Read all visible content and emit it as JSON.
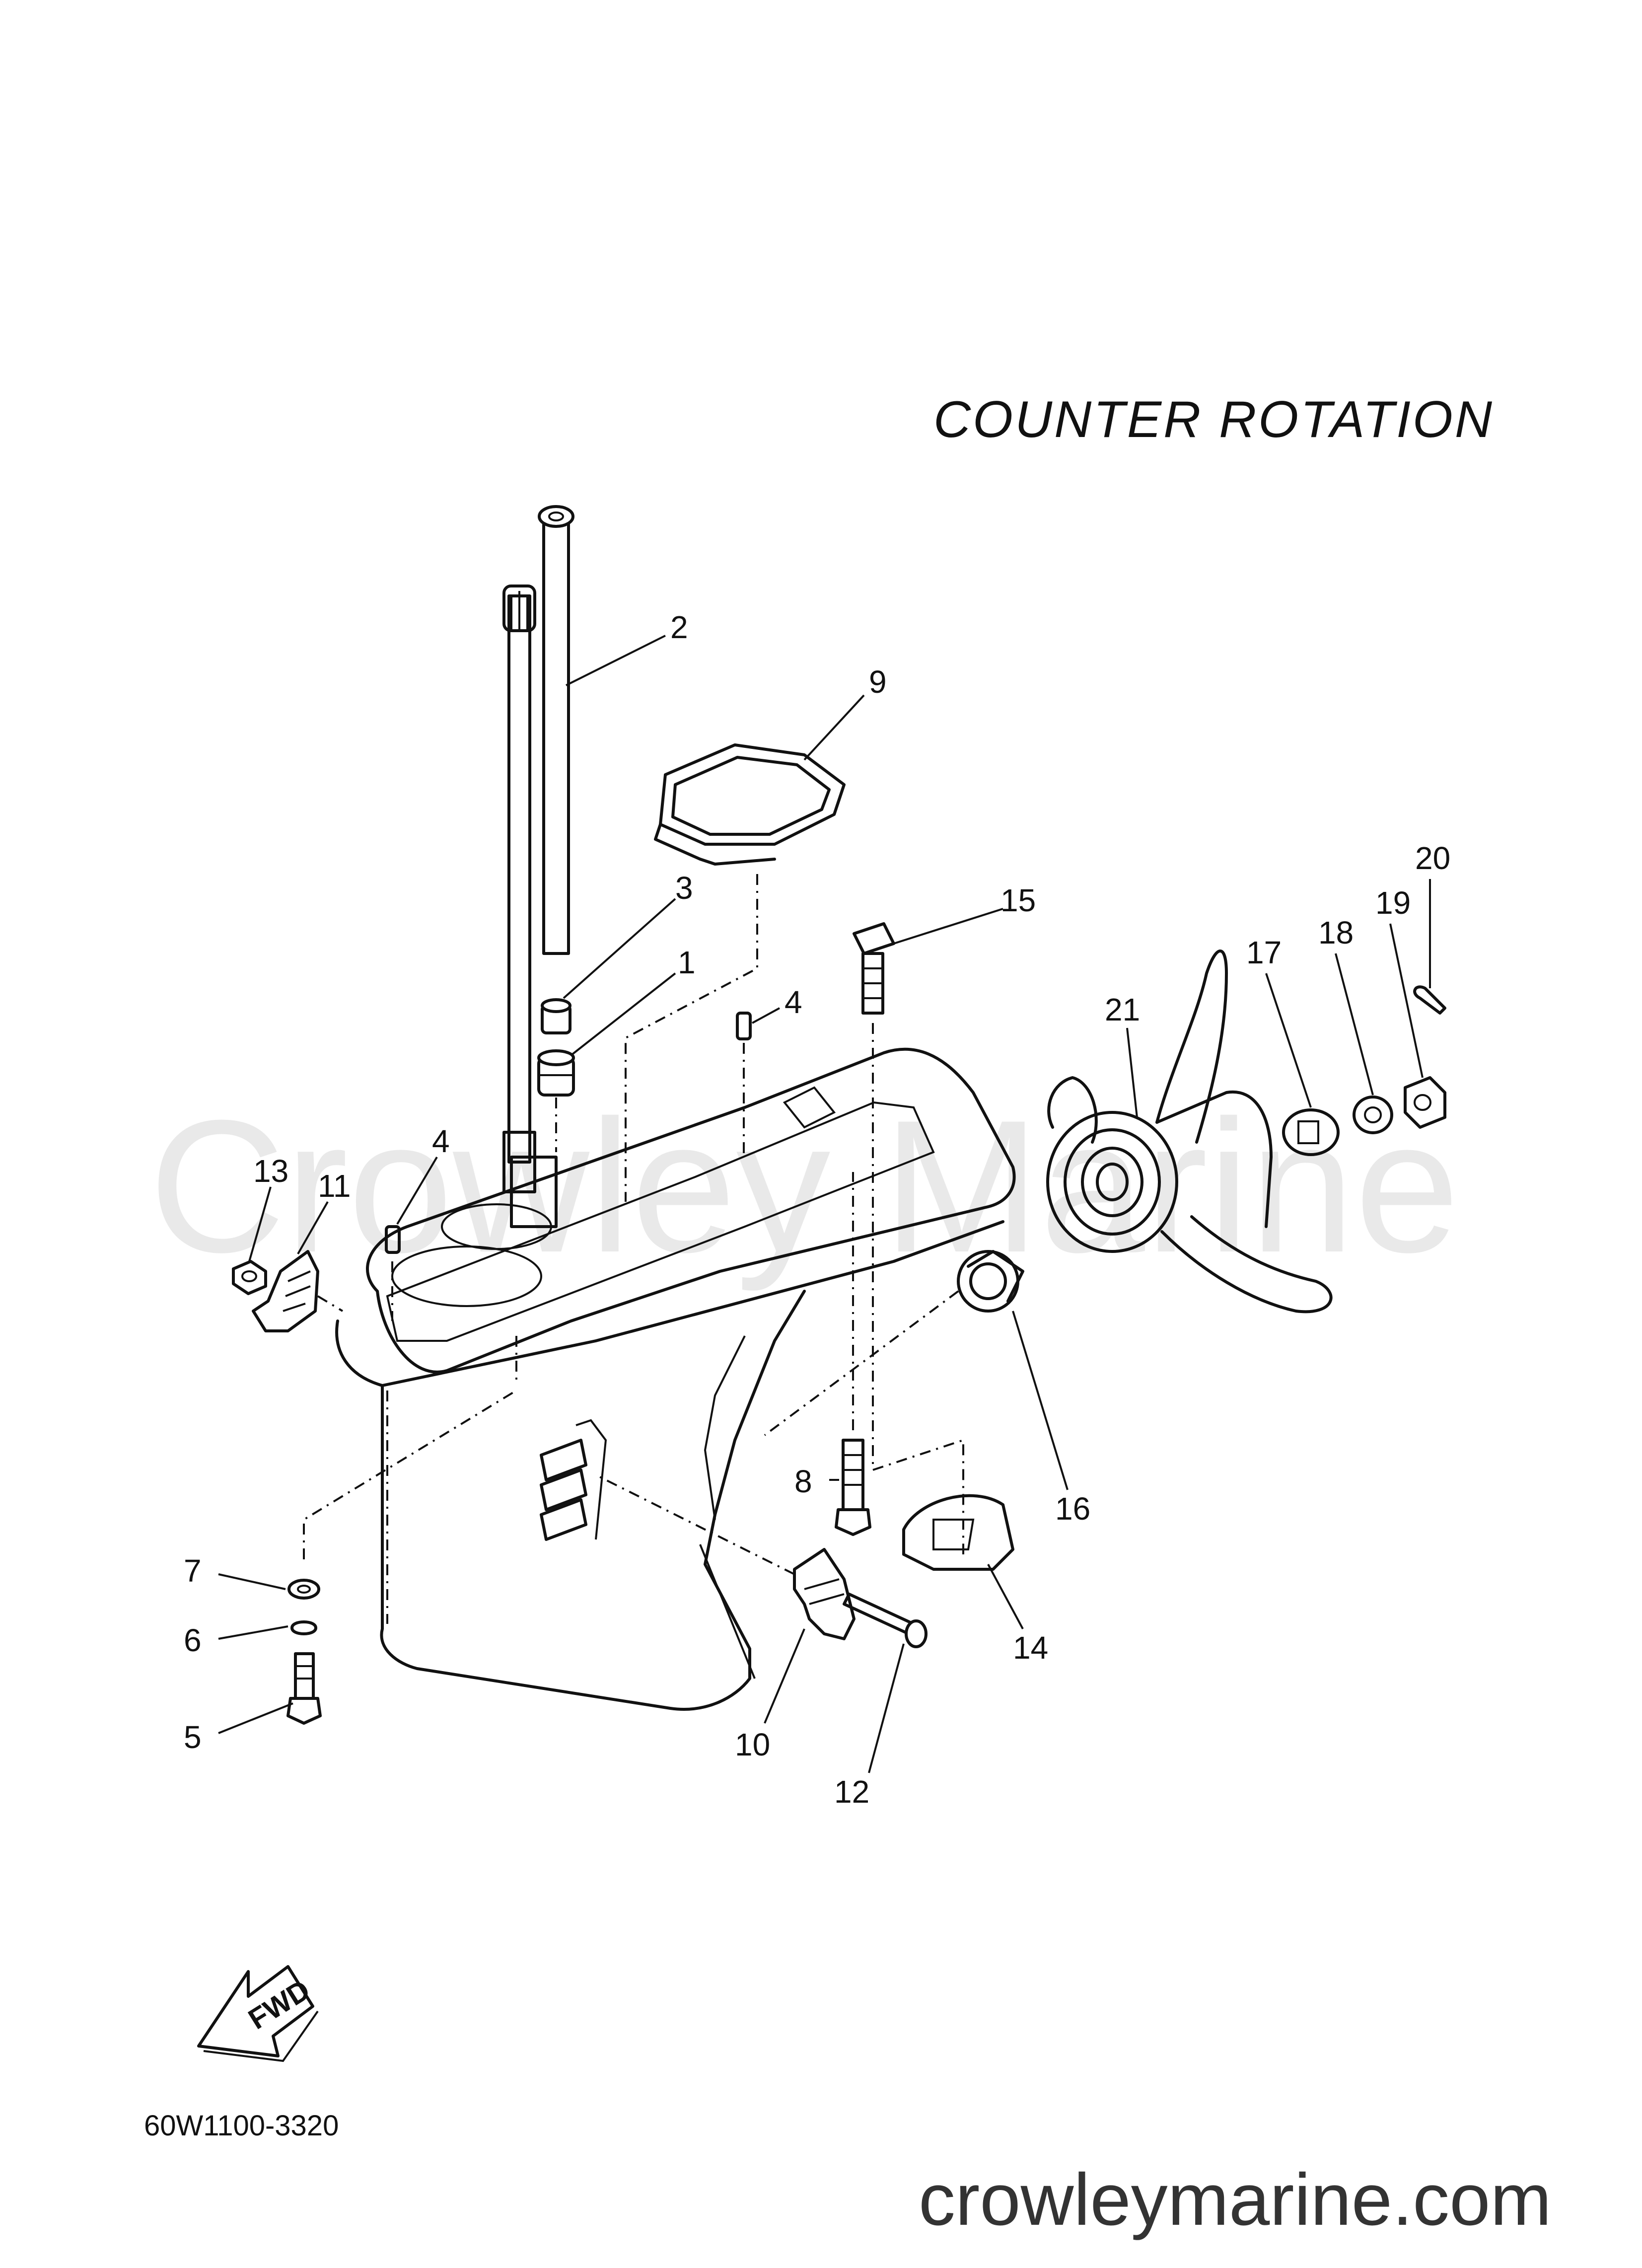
{
  "title": "COUNTER  ROTATION",
  "diagram_code": "60W1100-3320",
  "watermark": "Crowley Marine",
  "footer_url": "crowleymarine.com",
  "fwd_label": "FWD",
  "callouts": {
    "c1": "1",
    "c2": "2",
    "c3": "3",
    "c4a": "4",
    "c4b": "4",
    "c5": "5",
    "c6": "6",
    "c7": "7",
    "c8": "8",
    "c9": "9",
    "c10": "10",
    "c11": "11",
    "c12": "12",
    "c13": "13",
    "c14": "14",
    "c15": "15",
    "c16": "16",
    "c17": "17",
    "c18": "18",
    "c19": "19",
    "c20": "20",
    "c21": "21"
  }
}
